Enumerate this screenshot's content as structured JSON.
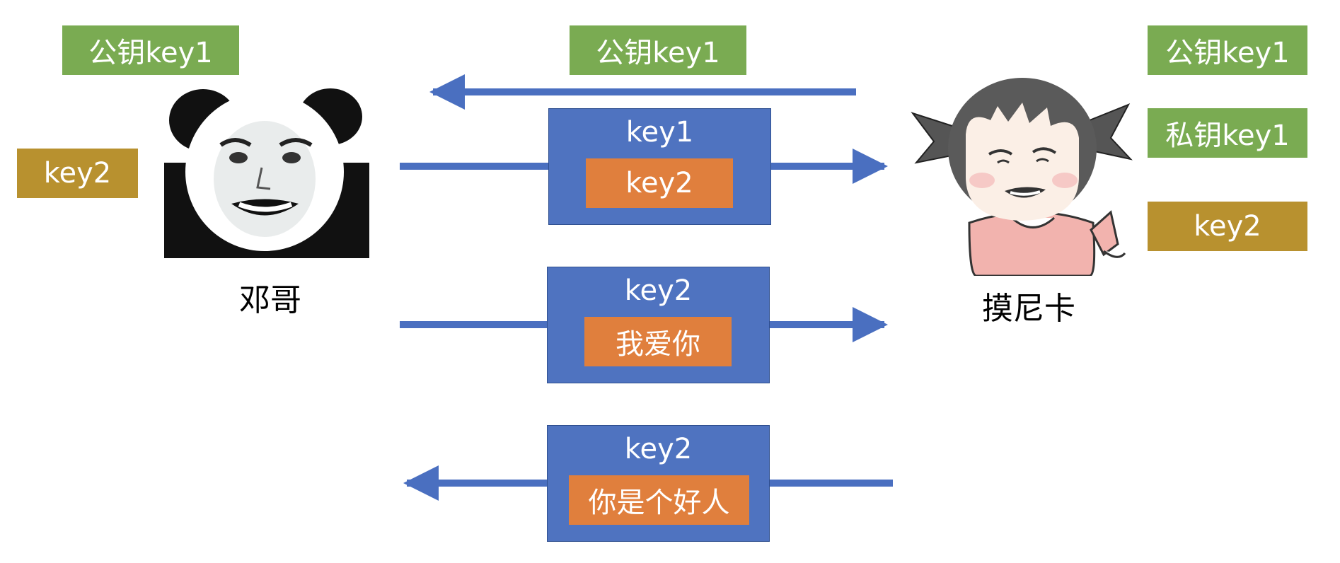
{
  "left_party": {
    "name": "邓哥",
    "keys": [
      "公钥key1",
      "key2"
    ]
  },
  "right_party": {
    "name": "摸尼卡",
    "keys": [
      "公钥key1",
      "私钥key1",
      "key2"
    ]
  },
  "messages": [
    {
      "direction": "left",
      "label": "公钥key1"
    },
    {
      "direction": "right",
      "outer": "key1",
      "inner": "key2"
    },
    {
      "direction": "right",
      "outer": "key2",
      "inner": "我爱你"
    },
    {
      "direction": "left",
      "outer": "key2",
      "inner": "你是个好人"
    }
  ],
  "colors": {
    "public_key": "#7AAB52",
    "symmetric_key": "#B8912F",
    "payload": "#E07F3D",
    "packet": "#4F73C0",
    "arrow": "#4A6FC0"
  },
  "icons": {
    "left_party": "panda-meme-face-icon",
    "right_party": "girl-meme-face-icon"
  }
}
